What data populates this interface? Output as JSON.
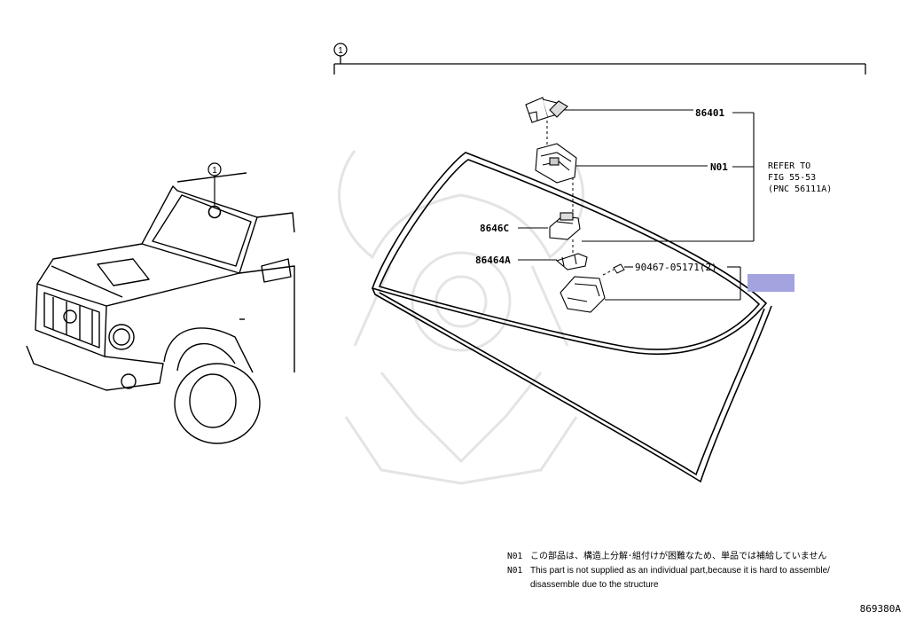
{
  "callout_number": "1",
  "labels": {
    "part_86401": "86401",
    "part_n01": "N01",
    "part_8646c": "8646C",
    "part_86464a": "86464A",
    "part_90467": "90467-05171(2)"
  },
  "refer": {
    "line1": "REFER TO",
    "line2": "FIG 55-53",
    "line3": "(PNC 56111A)"
  },
  "notes": {
    "n01_code": "N01",
    "n01_japanese": "この部品は、構造上分解･組付けが困難なため、単品では補給していません",
    "n01_english_line1": "This part is not supplied as an individual part,because it is hard to assemble/",
    "n01_english_line2": "disassemble due to the structure"
  },
  "figure_id": "869380A",
  "colors": {
    "highlight_box": "#a3a3e0",
    "line": "#000000",
    "watermark": "#e6e6e6"
  }
}
